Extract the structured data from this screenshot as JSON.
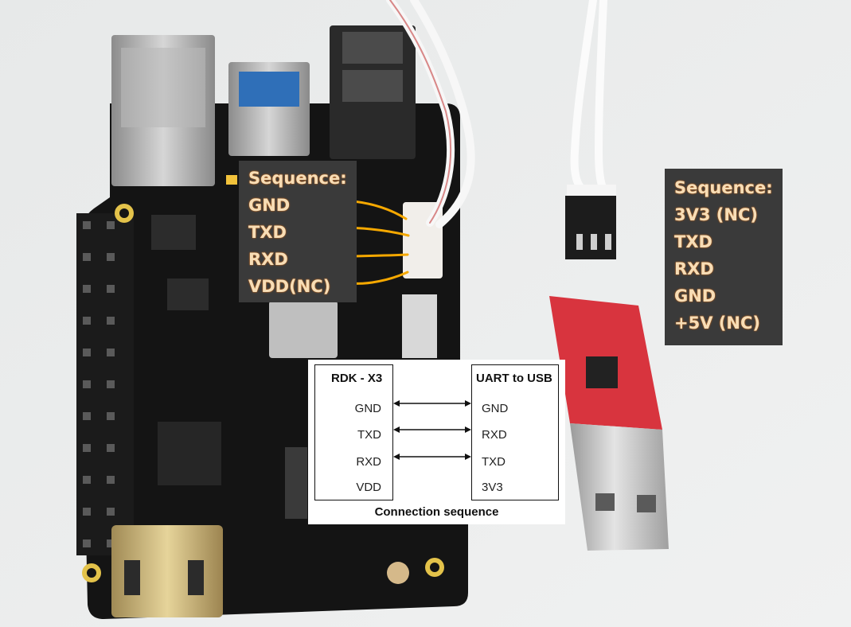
{
  "board_label": {
    "title": "Sequence:",
    "pins": [
      "GND",
      "TXD",
      "RXD",
      "VDD(NC)"
    ]
  },
  "usb_label": {
    "title": "Sequence:",
    "pins": [
      "3V3 (NC)",
      "TXD",
      "RXD",
      "GND",
      "+5V (NC)"
    ]
  },
  "connection": {
    "left_header": "RDK - X3",
    "right_header": "UART to USB",
    "left_pins": [
      "GND",
      "TXD",
      "RXD",
      "VDD"
    ],
    "right_pins": [
      "GND",
      "RXD",
      "TXD",
      "3V3"
    ],
    "caption": "Connection sequence"
  },
  "colors": {
    "label_bg": "#3a3a3a",
    "label_text": "#f7ddb6",
    "arrow": "#f5a800",
    "board_pcb": "#141414",
    "usb_pcb": "#d8343e"
  }
}
